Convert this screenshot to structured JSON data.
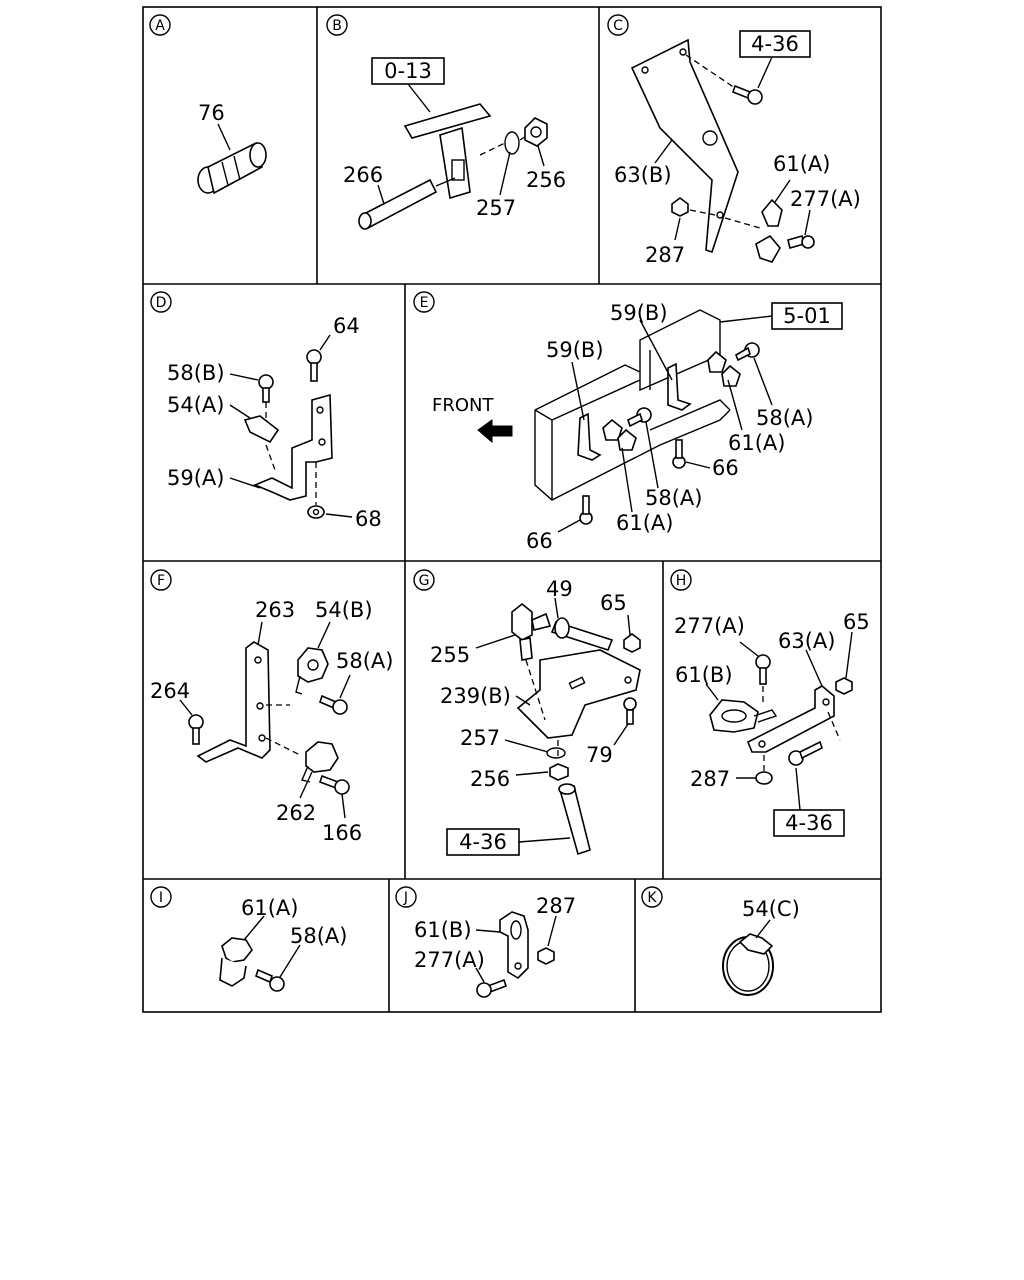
{
  "sections": [
    {
      "id": "A",
      "labels": [
        "76"
      ]
    },
    {
      "id": "B",
      "refs": [
        "0-13"
      ],
      "labels": [
        "266",
        "257",
        "256"
      ]
    },
    {
      "id": "C",
      "refs": [
        "4-36"
      ],
      "labels": [
        "63(B)",
        "61(A)",
        "277(A)",
        "287"
      ]
    },
    {
      "id": "D",
      "labels": [
        "64",
        "58(B)",
        "54(A)",
        "59(A)",
        "68"
      ]
    },
    {
      "id": "E",
      "refs": [
        "5-01"
      ],
      "front": "FRONT",
      "labels": [
        "59(B)",
        "59(B)",
        "58(A)",
        "61(A)",
        "66",
        "58(A)",
        "61(A)",
        "66"
      ]
    },
    {
      "id": "F",
      "labels": [
        "263",
        "54(B)",
        "58(A)",
        "264",
        "262",
        "166"
      ]
    },
    {
      "id": "G",
      "refs": [
        "4-36"
      ],
      "labels": [
        "49",
        "65",
        "255",
        "239(B)",
        "257",
        "79",
        "256"
      ]
    },
    {
      "id": "H",
      "refs": [
        "4-36"
      ],
      "labels": [
        "277(A)",
        "65",
        "63(A)",
        "61(B)",
        "287"
      ]
    },
    {
      "id": "I",
      "labels": [
        "61(A)",
        "58(A)"
      ]
    },
    {
      "id": "J",
      "labels": [
        "287",
        "61(B)",
        "277(A)"
      ]
    },
    {
      "id": "K",
      "labels": [
        "54(C)"
      ]
    }
  ]
}
